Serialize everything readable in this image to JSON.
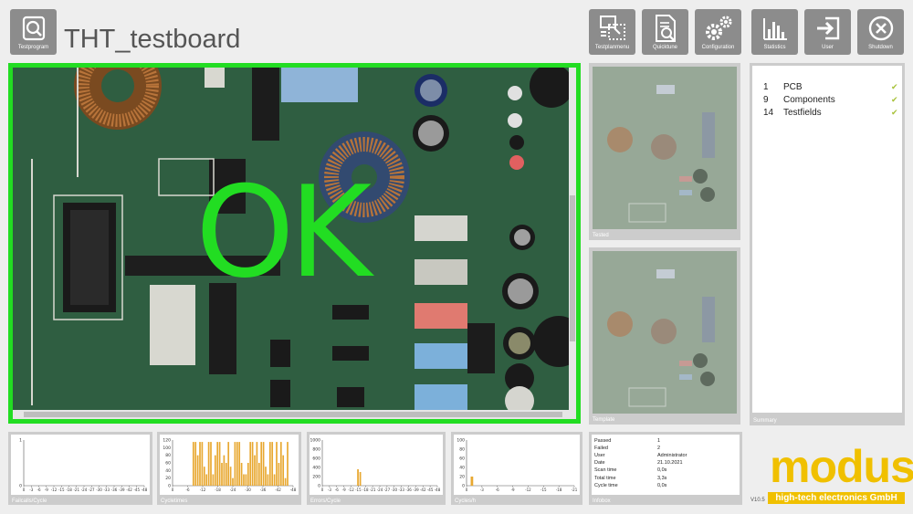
{
  "header": {
    "title": "THT_testboard",
    "testprogram_label": "Testprogram"
  },
  "toolbar": {
    "buttons": [
      {
        "label": "Testplanmenu",
        "icon": "testplan-icon"
      },
      {
        "label": "Quicktune",
        "icon": "document-magnifier-icon"
      },
      {
        "label": "Configuration",
        "icon": "gears-icon"
      },
      {
        "label": "Statistics",
        "icon": "bar-chart-icon"
      },
      {
        "label": "User",
        "icon": "login-icon"
      },
      {
        "label": "Shutdown",
        "icon": "close-circle-icon"
      }
    ]
  },
  "main_view": {
    "result_text": "OK",
    "result_color": "#22dd22"
  },
  "thumbnails": {
    "tested_label": "Tested",
    "template_label": "Template"
  },
  "summary": {
    "caption": "Summary",
    "items": [
      {
        "count": "1",
        "label": "PCB",
        "status": "✔"
      },
      {
        "count": "9",
        "label": "Components",
        "status": "✔"
      },
      {
        "count": "14",
        "label": "Testfields",
        "status": "✔"
      }
    ]
  },
  "graphs": [
    {
      "caption": "Failcalls/Cycle",
      "ymax": 1,
      "yticks": [
        "1",
        "0"
      ],
      "values": []
    },
    {
      "caption": "Cycletimes",
      "ymax": 120,
      "yticks": [
        "120",
        "100",
        "80",
        "60",
        "40",
        "20",
        "0"
      ],
      "values": [
        0,
        0,
        0,
        0,
        0,
        0,
        0,
        0,
        0,
        115,
        115,
        80,
        115,
        115,
        50,
        30,
        115,
        115,
        30,
        80,
        115,
        115,
        60,
        80,
        60,
        115,
        50,
        20,
        115,
        115,
        115,
        60,
        30,
        30,
        60,
        115,
        115,
        80,
        115,
        60,
        115,
        115,
        50,
        30,
        115,
        115,
        30,
        115,
        60,
        115,
        80,
        20,
        115,
        0,
        0
      ]
    },
    {
      "caption": "Errors/Cycle",
      "ymax": 1000,
      "yticks": [
        "1000",
        "800",
        "600",
        "400",
        "200",
        "0"
      ],
      "values": [
        0,
        0,
        0,
        0,
        0,
        0,
        0,
        0,
        0,
        0,
        0,
        0,
        0,
        0,
        0,
        360,
        300,
        0,
        0,
        0,
        0,
        0,
        0,
        0,
        0,
        0,
        0,
        0,
        0,
        0,
        0,
        0,
        0,
        0,
        0,
        0,
        0,
        0,
        0,
        0,
        0,
        0,
        0,
        0,
        0,
        0,
        0,
        0,
        0,
        0
      ]
    },
    {
      "caption": "Cycles/h",
      "ymax": 100,
      "yticks": [
        "100",
        "80",
        "60",
        "40",
        "20",
        "0"
      ],
      "values": [
        0,
        20,
        0,
        0,
        0,
        0,
        0,
        0,
        0,
        0,
        0,
        0,
        0,
        0,
        0,
        0,
        0,
        0,
        0,
        0,
        0,
        0,
        0,
        0,
        0,
        0,
        0,
        0,
        0,
        0
      ]
    }
  ],
  "graph_xticks": [
    [
      "0",
      "-3",
      "-6",
      "-9",
      "-12",
      "-15",
      "-18",
      "-21",
      "-24",
      "-27",
      "-30",
      "-33",
      "-36",
      "-39",
      "-42",
      "-45",
      "-48"
    ],
    [
      "0",
      "-6",
      "-12",
      "-18",
      "-24",
      "-30",
      "-36",
      "-42",
      "-48"
    ],
    [
      "0",
      "-3",
      "-6",
      "-9",
      "-12",
      "-15",
      "-18",
      "-21",
      "-24",
      "-27",
      "-30",
      "-33",
      "-36",
      "-39",
      "-42",
      "-45",
      "-48"
    ],
    [
      "0",
      "-3",
      "-6",
      "-9",
      "-12",
      "-15",
      "-18",
      "-21"
    ]
  ],
  "bar_color": "#e8a830",
  "infobox": {
    "caption": "Infobox",
    "rows": [
      {
        "key": "Passed",
        "value": "1"
      },
      {
        "key": "Failed",
        "value": "2"
      },
      {
        "key": "User",
        "value": "Administrator"
      },
      {
        "key": "Date",
        "value": "21.10.2021"
      },
      {
        "key": "Scan time",
        "value": "0,0s"
      },
      {
        "key": "Total time",
        "value": "3,3s"
      },
      {
        "key": "Cycle time",
        "value": "0,0s"
      }
    ]
  },
  "footer": {
    "version": "V10.5",
    "logo_word": "modus",
    "logo_sub": "high-tech electronics GmbH"
  }
}
